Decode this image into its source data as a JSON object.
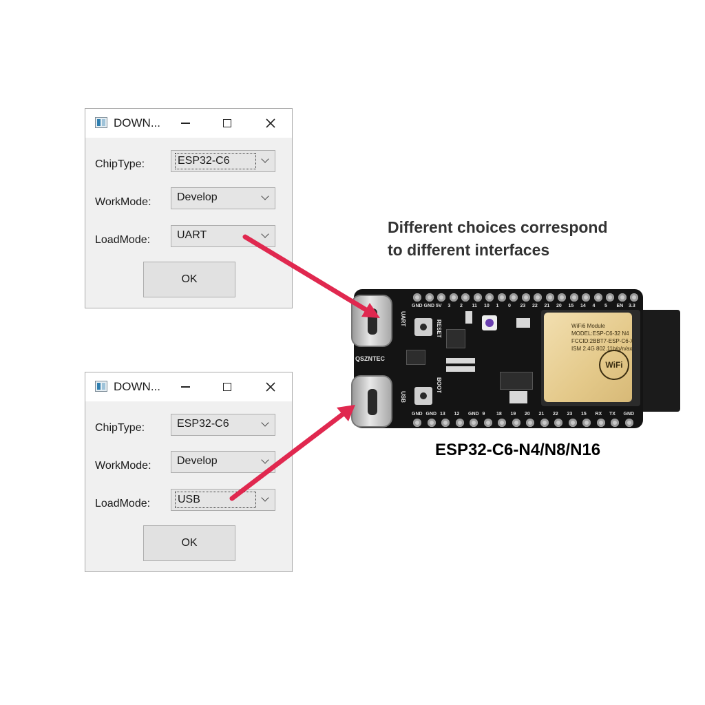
{
  "dialogs": [
    {
      "title": "DOWN...",
      "chip_type_label": "ChipType:",
      "chip_type_value": "ESP32-C6",
      "work_mode_label": "WorkMode:",
      "work_mode_value": "Develop",
      "load_mode_label": "LoadMode:",
      "load_mode_value": "UART",
      "ok_label": "OK"
    },
    {
      "title": "DOWN...",
      "chip_type_label": "ChipType:",
      "chip_type_value": "ESP32-C6",
      "work_mode_label": "WorkMode:",
      "work_mode_value": "Develop",
      "load_mode_label": "LoadMode:",
      "load_mode_value": "USB",
      "ok_label": "OK"
    }
  ],
  "annotation": {
    "line1": "Different choices correspond",
    "line2": "to different interfaces"
  },
  "board": {
    "name": "ESP32-C6-N4/N8/N16",
    "brand": "QSZNTEC",
    "port_labels": [
      "UART",
      "USB"
    ],
    "button_labels": [
      "RESET",
      "BOOT"
    ],
    "top_pins": [
      "GND",
      "GND",
      "5V",
      "3",
      "2",
      "11",
      "10",
      "1",
      "0",
      "23",
      "22",
      "21",
      "20",
      "15",
      "14",
      "4",
      "5",
      "EN",
      "3.3"
    ],
    "bottom_pins": [
      "GND",
      "GND",
      "13",
      "12",
      "GND",
      "9",
      "18",
      "19",
      "20",
      "21",
      "22",
      "23",
      "15",
      "RX",
      "TX",
      "GND"
    ],
    "module_text": [
      "WiFi6 Module",
      "MODEL:ESP-C6-32 N4",
      "FCCID:2BBT7-ESP-C6-X",
      "ISM 2.4G 802.11b/g/n/ax"
    ],
    "wifi_badge": "WiFi"
  },
  "colors": {
    "arrow": "#e0284f",
    "dialog_bg": "#f0f0f0",
    "board_bg": "#141414"
  }
}
